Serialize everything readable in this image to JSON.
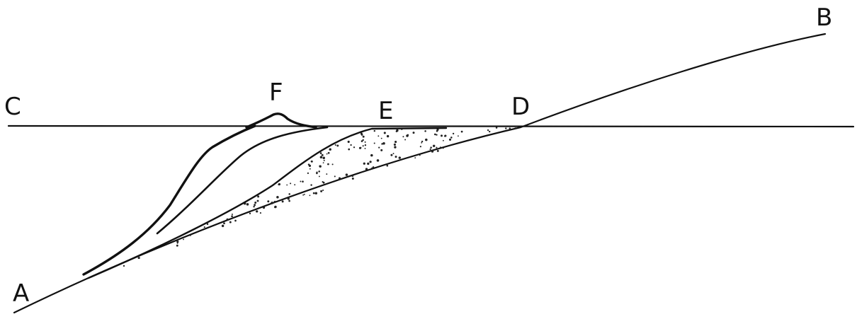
{
  "diagram": {
    "labels": {
      "a": "A",
      "b": "B",
      "c": "C",
      "d": "D",
      "e": "E",
      "f": "F"
    },
    "colors": {
      "ink": "#111111",
      "background": "#ffffff"
    }
  }
}
